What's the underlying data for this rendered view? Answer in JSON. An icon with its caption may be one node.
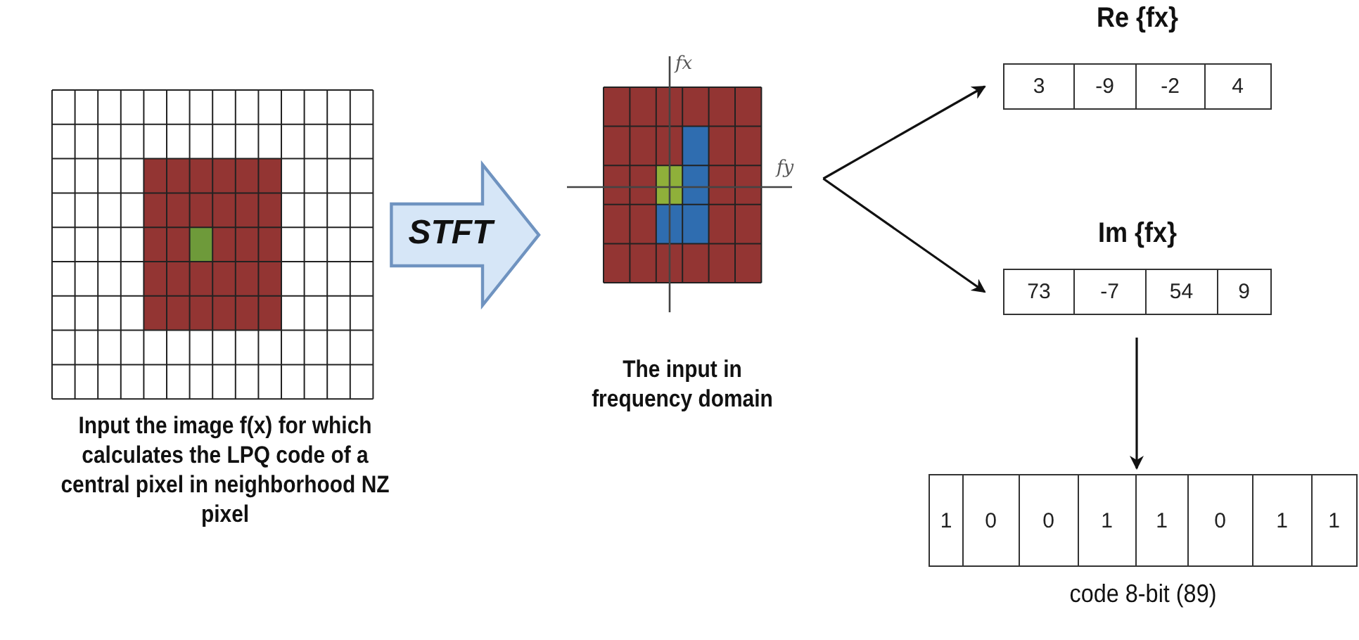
{
  "diagram": {
    "nodes": [
      {
        "text": [],
        "shape": "picture",
        "beside": [
          "Input the image f(x) for which calculates  the LPQ code of a central pixel in neighborhood  NZ pixel"
        ]
      },
      {
        "text": [],
        "shape": "picture",
        "beside": [
          "The input in frequency domain"
        ]
      },
      {
        "text": [
          "Re {fx}",
          "3",
          "-9",
          "-2",
          "4"
        ]
      },
      {
        "text": [
          "Im {fx}",
          "73",
          "-7",
          "54",
          "9"
        ]
      },
      {
        "text": [
          "1",
          "0",
          "0",
          "1",
          "1",
          "0",
          "1",
          "1"
        ],
        "beside": [
          "code 8-bit (89)"
        ]
      }
    ],
    "edges": [
      {
        "from": 0,
        "to": 1,
        "arrow": "to",
        "label": "STFT"
      },
      {
        "from": 1,
        "to": 2,
        "arrow": "to"
      },
      {
        "from": 1,
        "to": 3,
        "arrow": "to"
      },
      {
        "from": 3,
        "to": 4,
        "arrow": "to"
      }
    ],
    "labels": [
      "fx",
      "fy"
    ]
  }
}
